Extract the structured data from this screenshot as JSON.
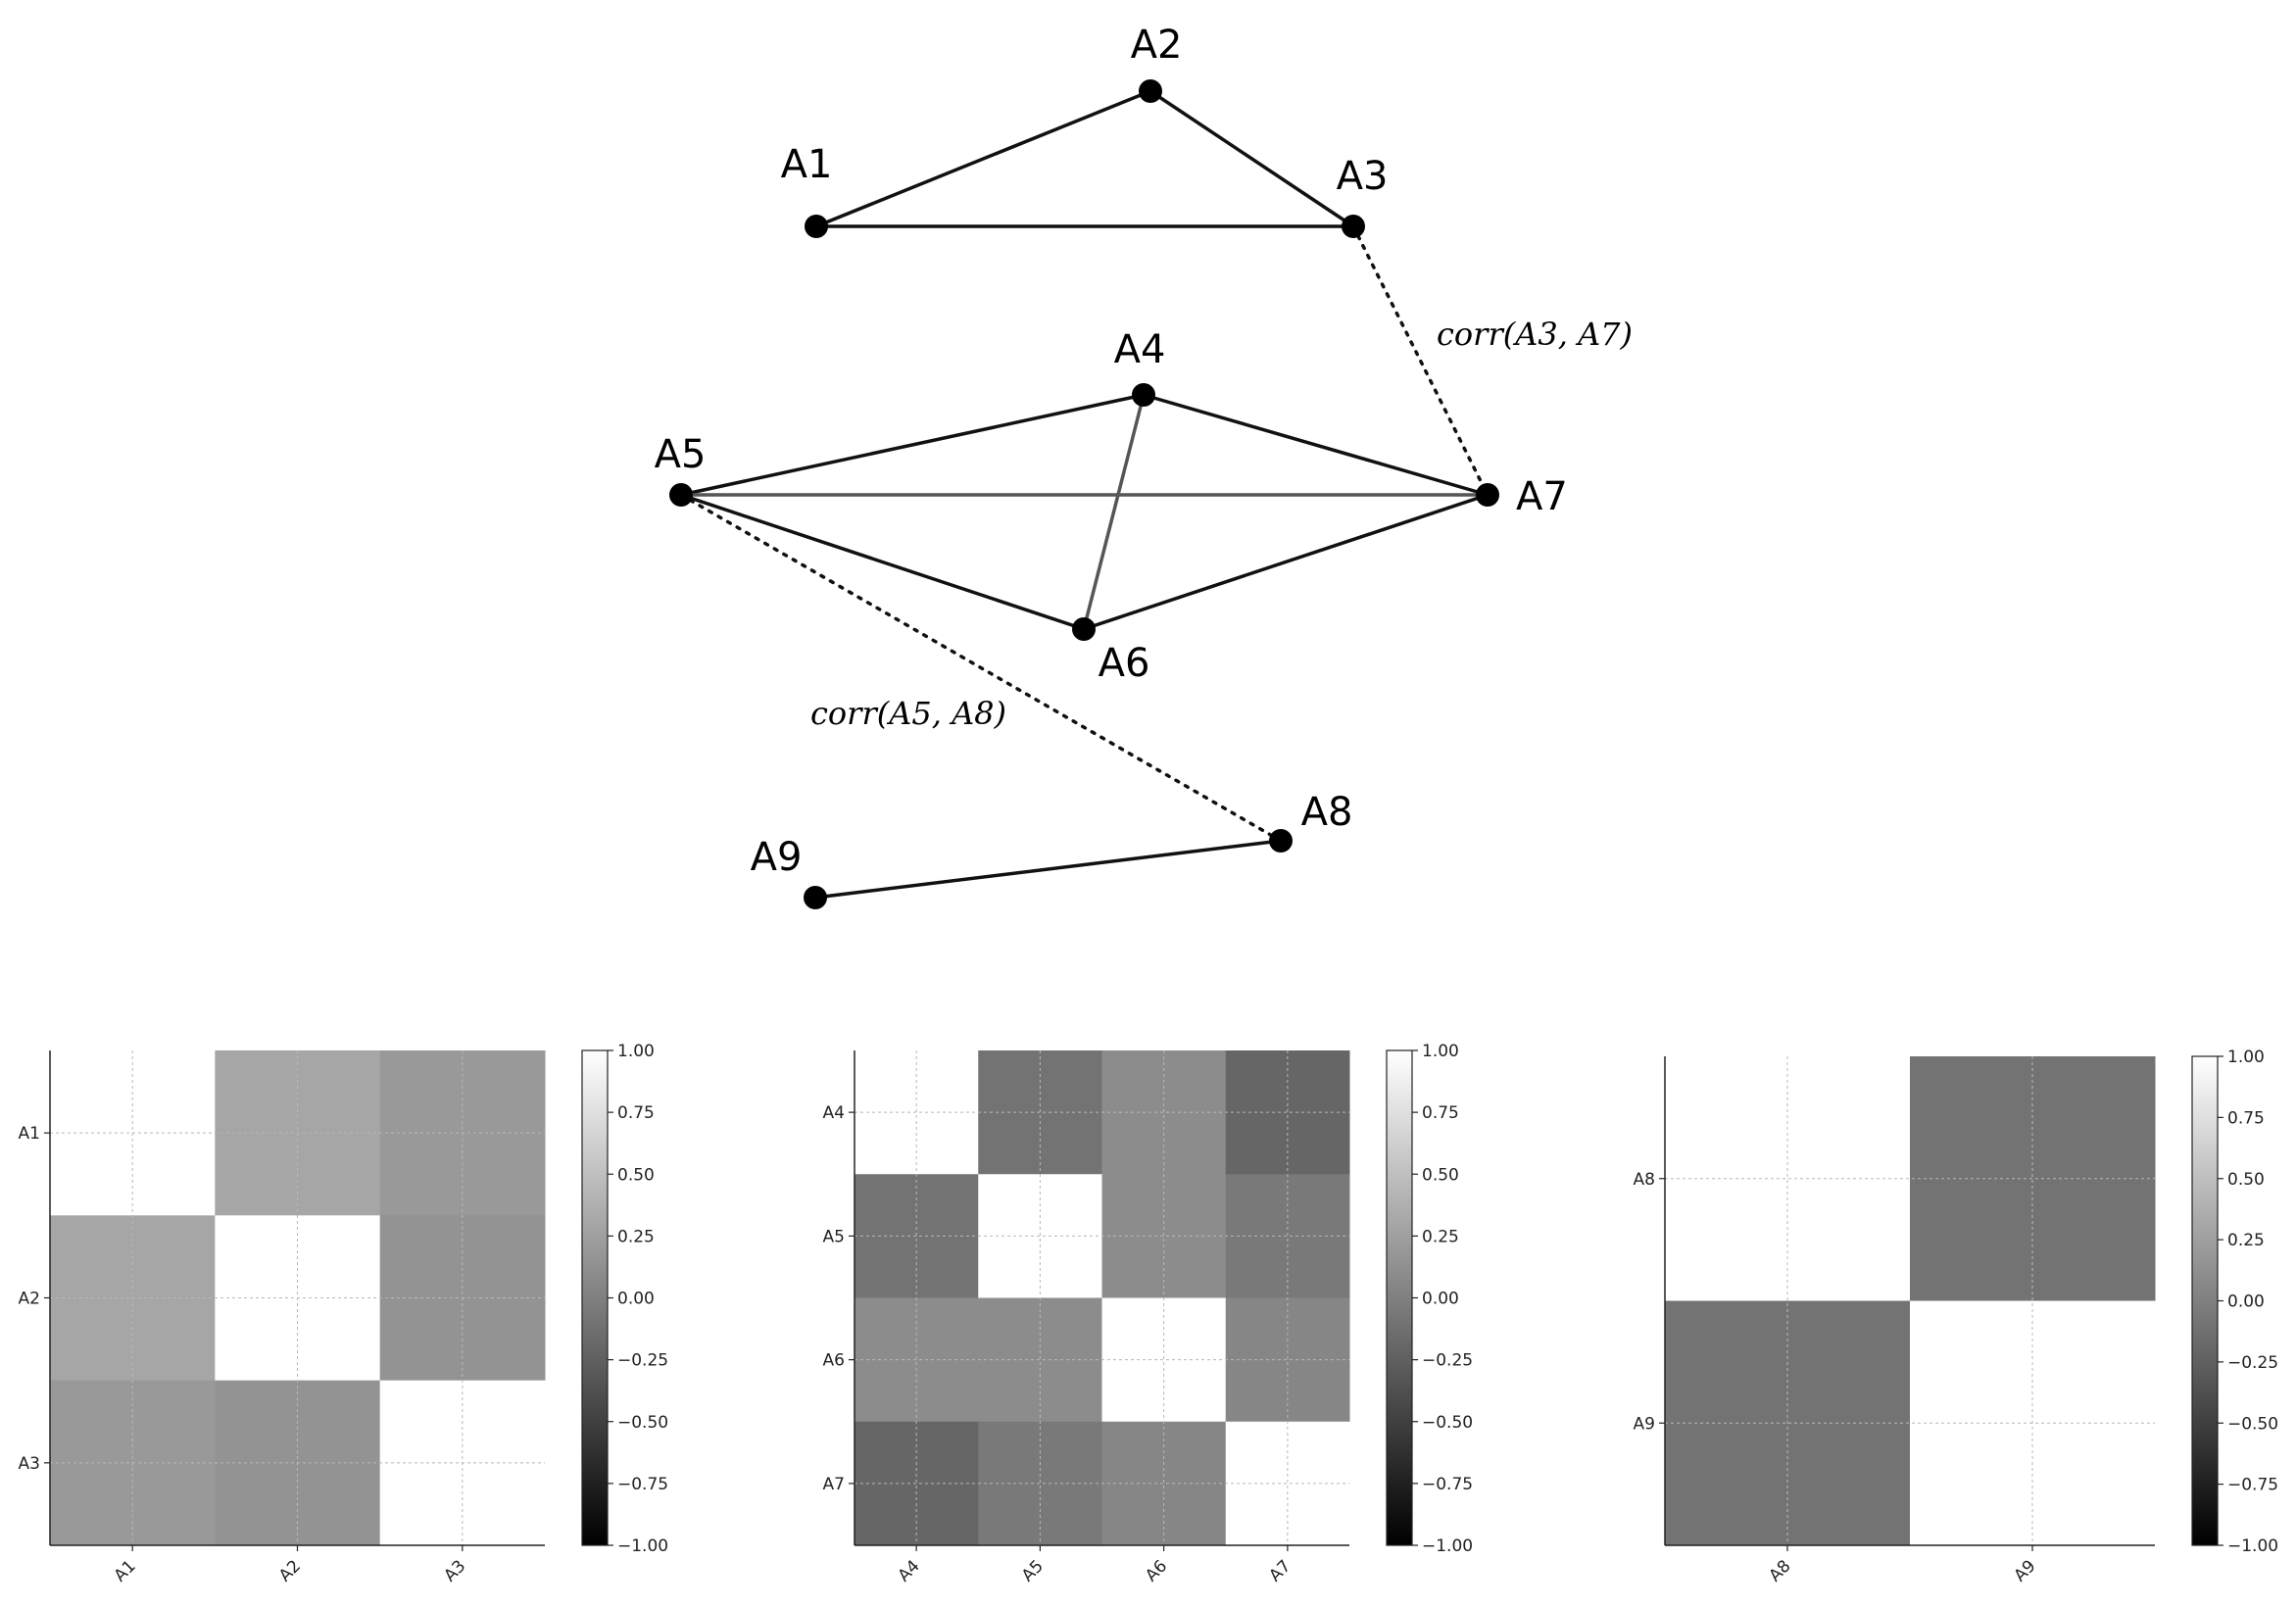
{
  "graph": {
    "nodes": [
      "A1",
      "A2",
      "A3",
      "A4",
      "A5",
      "A6",
      "A7",
      "A8",
      "A9"
    ],
    "edges": [
      {
        "from": "A1",
        "to": "A2",
        "style": "solid"
      },
      {
        "from": "A2",
        "to": "A3",
        "style": "solid"
      },
      {
        "from": "A1",
        "to": "A3",
        "style": "solid"
      },
      {
        "from": "A5",
        "to": "A4",
        "style": "solid"
      },
      {
        "from": "A4",
        "to": "A7",
        "style": "solid"
      },
      {
        "from": "A5",
        "to": "A7",
        "style": "solid"
      },
      {
        "from": "A5",
        "to": "A6",
        "style": "solid"
      },
      {
        "from": "A6",
        "to": "A7",
        "style": "solid"
      },
      {
        "from": "A4",
        "to": "A6",
        "style": "solid"
      },
      {
        "from": "A8",
        "to": "A9",
        "style": "solid"
      },
      {
        "from": "A3",
        "to": "A7",
        "style": "dotted",
        "label": "corr(A3, A7)"
      },
      {
        "from": "A5",
        "to": "A8",
        "style": "dotted",
        "label": "corr(A5, A8)"
      }
    ]
  },
  "chart_data": [
    {
      "type": "heatmap",
      "labels": [
        "A1",
        "A2",
        "A3"
      ],
      "values": [
        [
          1.0,
          0.3,
          0.2
        ],
        [
          0.3,
          1.0,
          0.15
        ],
        [
          0.2,
          0.15,
          1.0
        ]
      ],
      "colormap": "gray",
      "vmin": -1.0,
      "vmax": 1.0,
      "colorbar_ticks": [
        "1.00",
        "0.75",
        "0.50",
        "0.25",
        "0.00",
        "−0.25",
        "−0.50",
        "−0.75",
        "−1.00"
      ],
      "grid": true
    },
    {
      "type": "heatmap",
      "labels": [
        "A4",
        "A5",
        "A6",
        "A7"
      ],
      "values": [
        [
          1.0,
          -0.1,
          0.1,
          -0.2
        ],
        [
          -0.1,
          1.0,
          0.1,
          -0.05
        ],
        [
          0.1,
          0.1,
          1.0,
          0.05
        ],
        [
          -0.2,
          -0.05,
          0.05,
          1.0
        ]
      ],
      "colormap": "gray",
      "vmin": -1.0,
      "vmax": 1.0,
      "colorbar_ticks": [
        "1.00",
        "0.75",
        "0.50",
        "0.25",
        "0.00",
        "−0.25",
        "−0.50",
        "−0.75",
        "−1.00"
      ],
      "grid": true
    },
    {
      "type": "heatmap",
      "labels": [
        "A8",
        "A9"
      ],
      "values": [
        [
          1.0,
          -0.1
        ],
        [
          -0.1,
          1.0
        ]
      ],
      "colormap": "gray",
      "vmin": -1.0,
      "vmax": 1.0,
      "colorbar_ticks": [
        "1.00",
        "0.75",
        "0.50",
        "0.25",
        "0.00",
        "−0.25",
        "−0.50",
        "−0.75",
        "−1.00"
      ],
      "grid": true
    }
  ]
}
